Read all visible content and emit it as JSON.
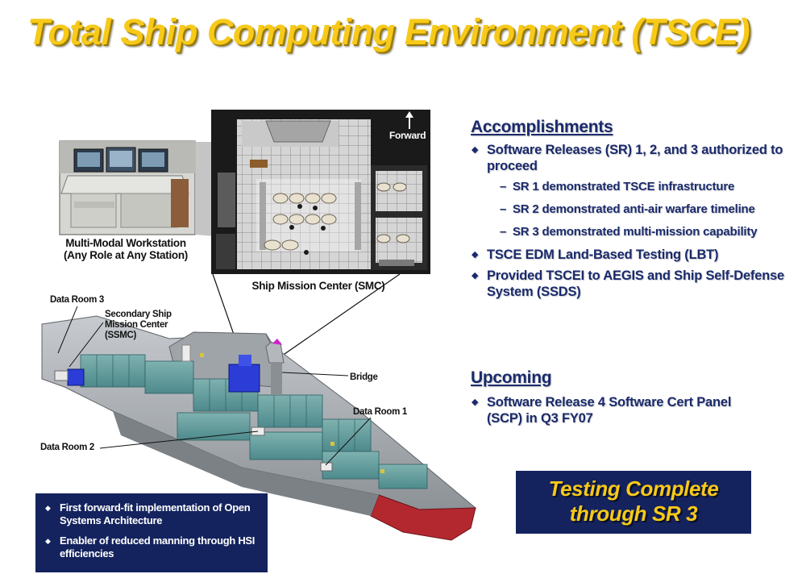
{
  "title": "Total Ship Computing Environment (TSCE)",
  "accomplishments": {
    "heading": "Accomplishments",
    "bullets": [
      {
        "text": "Software Releases (SR) 1, 2, and 3 authorized to proceed",
        "sub": [
          "SR 1 demonstrated TSCE infrastructure",
          "SR 2 demonstrated anti-air warfare timeline",
          "SR 3 demonstrated multi-mission capability"
        ]
      },
      {
        "text": "TSCE EDM Land-Based Testing (LBT)"
      },
      {
        "text": "Provided TSCEI to AEGIS and Ship Self-Defense System (SSDS)"
      }
    ]
  },
  "upcoming": {
    "heading": "Upcoming",
    "bullets": [
      "Software Release 4 Software Cert Panel (SCP) in Q3 FY07"
    ]
  },
  "testing_box": {
    "line1": "Testing Complete",
    "line2": "through SR 3"
  },
  "architecture_box": {
    "bullets": [
      "First forward-fit implementation of Open Systems Architecture",
      "Enabler of reduced manning through HSI efficiencies"
    ]
  },
  "workstation": {
    "caption_line1": "Multi-Modal Workstation",
    "caption_line2": "(Any Role at Any Station)"
  },
  "smc": {
    "caption": "Ship Mission Center (SMC)",
    "forward_label": "Forward"
  },
  "ship_labels": {
    "data_room_3": "Data Room 3",
    "ssmc_line1": "Secondary Ship",
    "ssmc_line2": "Mission Center",
    "ssmc_line3": "(SSMC)",
    "bridge": "Bridge",
    "data_room_1": "Data Room 1",
    "data_room_2": "Data Room 2"
  },
  "colors": {
    "title_yellow": "#f7c919",
    "navy": "#14235e",
    "text_blue": "#1a2a6c",
    "hull_gray": "#a8adb2",
    "hull_red": "#b3282f"
  }
}
